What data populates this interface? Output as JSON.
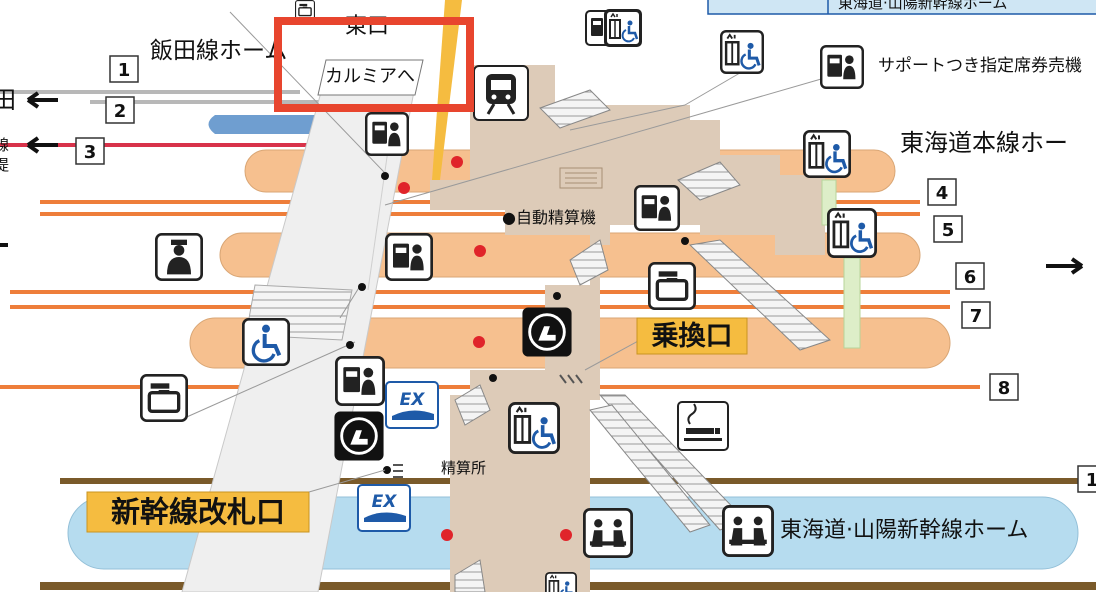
{
  "colors": {
    "platform_orange": "#f6c08f",
    "platform_blue": "#b6dcef",
    "concourse": "#ddcbb8",
    "track_orange": "#ee7e3a",
    "track_grey": "#b8b8b8",
    "track_red": "#d8324a",
    "track_blue": "#6f9ed0",
    "track_brown": "#7a5a2a",
    "walkway": "#efefef",
    "highlight_box": "#e8452e",
    "station_dot": "#e0242a",
    "gate_label_bg": "#f5bc40",
    "ex_blue": "#1e5aa8",
    "elevator_green": "#ddeec8"
  },
  "labels": {
    "east_gate": "東口",
    "iida_platform": "飯田線ホーム",
    "to_karumia": "カルミアへ",
    "support_seat_ticket": "サポートつき指定席券売機",
    "tokaido_main_platform": "東海道本線ホー",
    "fare_adjustment_machine": "●自動精算機",
    "transfer_gate": "乗換口",
    "fare_adjustment_office": "精算所",
    "shinkansen_gate": "新幹線改札口",
    "tokaido_sanyo_shinkansen_platform": "東海道·山陽新幹線ホーム",
    "legend_shinkansen_partial": "東海道·山陽新幹線ホーム",
    "left_edge_chars": [
      "田",
      "線",
      "堤"
    ]
  },
  "ex_icon_text": "EX",
  "platform_numbers": [
    {
      "n": "1"
    },
    {
      "n": "2"
    },
    {
      "n": "3"
    },
    {
      "n": "4"
    },
    {
      "n": "5"
    },
    {
      "n": "6"
    },
    {
      "n": "7"
    },
    {
      "n": "8"
    },
    {
      "n": "1"
    }
  ],
  "icons": [
    "ticket-machine-icon",
    "wheelchair-icon",
    "train-icon",
    "toilet-icon",
    "elevator-icon",
    "station-staff-icon",
    "coin-locker-icon",
    "reserved-seat-ticket-machine-icon",
    "smoking-area-icon",
    "waiting-room-icon",
    "ex-shinkansen-icon",
    "escalator-icon",
    "east-direction-arrow-icon",
    "west-direction-arrow-icon"
  ]
}
